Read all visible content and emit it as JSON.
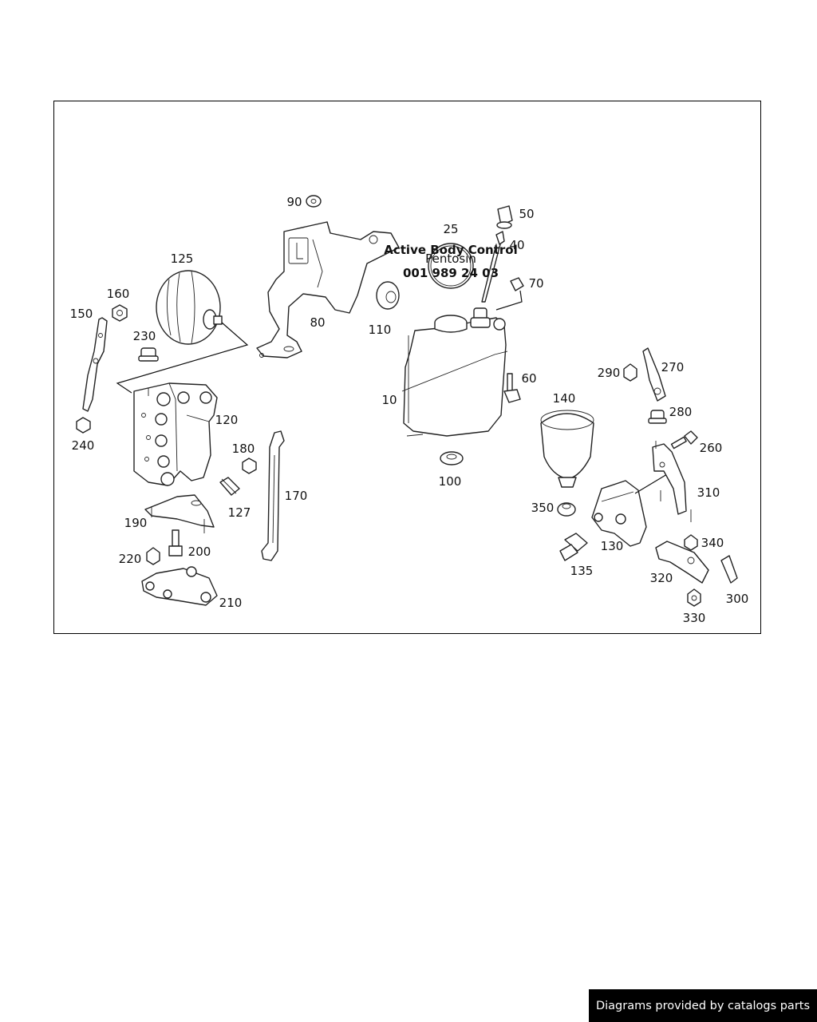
{
  "parts": [
    {
      "id": "p10",
      "label": "10"
    },
    {
      "id": "p25",
      "label": "25"
    },
    {
      "id": "p40",
      "label": "40"
    },
    {
      "id": "p50",
      "label": "50"
    },
    {
      "id": "p60",
      "label": "60"
    },
    {
      "id": "p70",
      "label": "70"
    },
    {
      "id": "p80",
      "label": "80"
    },
    {
      "id": "p90",
      "label": "90"
    },
    {
      "id": "p100",
      "label": "100"
    },
    {
      "id": "p110",
      "label": "110"
    },
    {
      "id": "p120",
      "label": "120"
    },
    {
      "id": "p125",
      "label": "125"
    },
    {
      "id": "p127",
      "label": "127"
    },
    {
      "id": "p130",
      "label": "130"
    },
    {
      "id": "p135",
      "label": "135"
    },
    {
      "id": "p140",
      "label": "140"
    },
    {
      "id": "p150",
      "label": "150"
    },
    {
      "id": "p160",
      "label": "160"
    },
    {
      "id": "p170",
      "label": "170"
    },
    {
      "id": "p180",
      "label": "180"
    },
    {
      "id": "p190",
      "label": "190"
    },
    {
      "id": "p200",
      "label": "200"
    },
    {
      "id": "p210",
      "label": "210"
    },
    {
      "id": "p220",
      "label": "220"
    },
    {
      "id": "p230",
      "label": "230"
    },
    {
      "id": "p240",
      "label": "240"
    },
    {
      "id": "p260",
      "label": "260"
    },
    {
      "id": "p270",
      "label": "270"
    },
    {
      "id": "p280",
      "label": "280"
    },
    {
      "id": "p290",
      "label": "290"
    },
    {
      "id": "p300",
      "label": "300"
    },
    {
      "id": "p310",
      "label": "310"
    },
    {
      "id": "p320",
      "label": "320"
    },
    {
      "id": "p330",
      "label": "330"
    },
    {
      "id": "p340",
      "label": "340"
    },
    {
      "id": "p350",
      "label": "350"
    }
  ],
  "decal": {
    "line1": "Active Body Control",
    "line2": "Pentosin",
    "line3": "001 989 24 03"
  },
  "footer": {
    "text": "Diagrams provided by catalogs parts"
  }
}
